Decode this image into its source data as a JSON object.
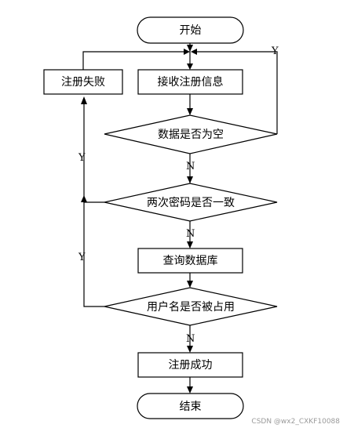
{
  "nodes": {
    "start": "开始",
    "receive": "接收注册信息",
    "check_empty": "数据是否为空",
    "check_password": "两次密码是否一致",
    "query_db": "查询数据库",
    "check_username": "用户名是否被占用",
    "success": "注册成功",
    "fail": "注册失败",
    "end": "结束"
  },
  "labels": {
    "yes": "Y",
    "no": "N"
  },
  "watermark": "CSDN @wx2_CXKF10088"
}
